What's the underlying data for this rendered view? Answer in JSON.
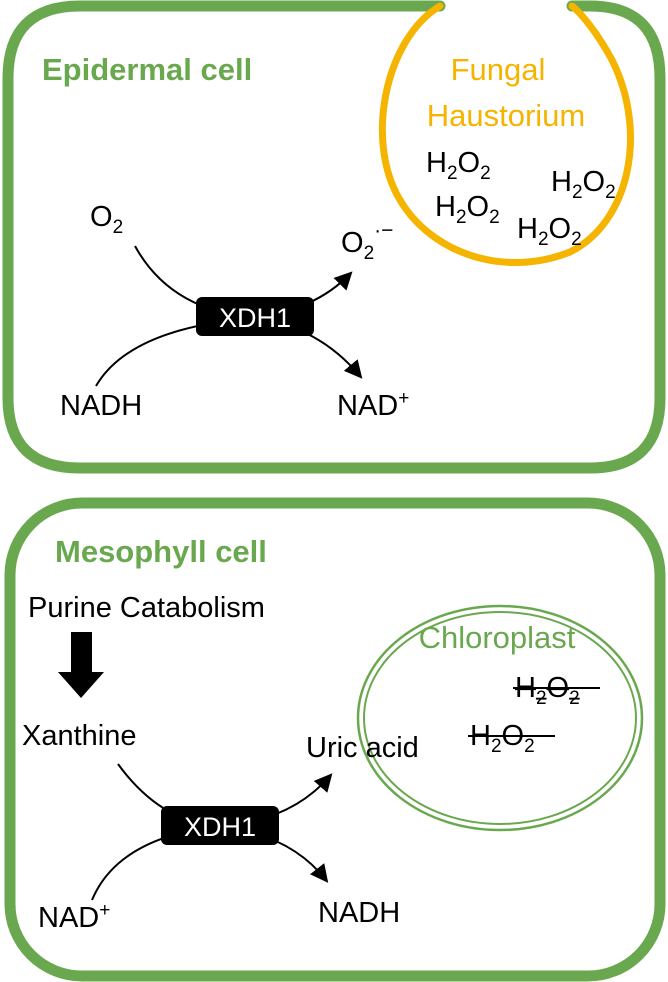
{
  "colors": {
    "cell_border": "#6aa84f",
    "cell_title": "#6aa84f",
    "haustorium": "#f5b400",
    "chloroplast": "#6aa84f",
    "enzyme_fill": "#000000",
    "enzyme_text": "#ffffff",
    "text": "#000000"
  },
  "epidermal": {
    "title": "Epidermal cell",
    "haustorium": {
      "label_line1": "Fungal",
      "label_line2": "Haustorium",
      "h2o2": [
        {
          "base": "H",
          "sub1": "2",
          "mid": "O",
          "sub2": "2"
        },
        {
          "base": "H",
          "sub1": "2",
          "mid": "O",
          "sub2": "2"
        },
        {
          "base": "H",
          "sub1": "2",
          "mid": "O",
          "sub2": "2"
        },
        {
          "base": "H",
          "sub1": "2",
          "mid": "O",
          "sub2": "2"
        }
      ]
    },
    "enzyme": "XDH1",
    "substrate_top": {
      "base": "O",
      "sub": "2"
    },
    "product_top": {
      "base": "O",
      "sub": "2",
      "sup": "·−"
    },
    "substrate_bottom": "NADH",
    "product_bottom": {
      "base": "NAD",
      "sup": "+"
    }
  },
  "mesophyll": {
    "title": "Mesophyll cell",
    "pathway_label": "Purine Catabolism",
    "substrate_top": "Xanthine",
    "enzyme": "XDH1",
    "product_top": "Uric acid",
    "substrate_bottom": {
      "base": "NAD",
      "sup": "+"
    },
    "product_bottom": "NADH",
    "chloroplast": {
      "label": "Chloroplast",
      "h2o2_crossed": [
        {
          "base": "H",
          "sub1": "2",
          "mid": "O",
          "sub2": "2"
        },
        {
          "base": "H",
          "sub1": "2",
          "mid": "O",
          "sub2": "2"
        }
      ]
    }
  }
}
